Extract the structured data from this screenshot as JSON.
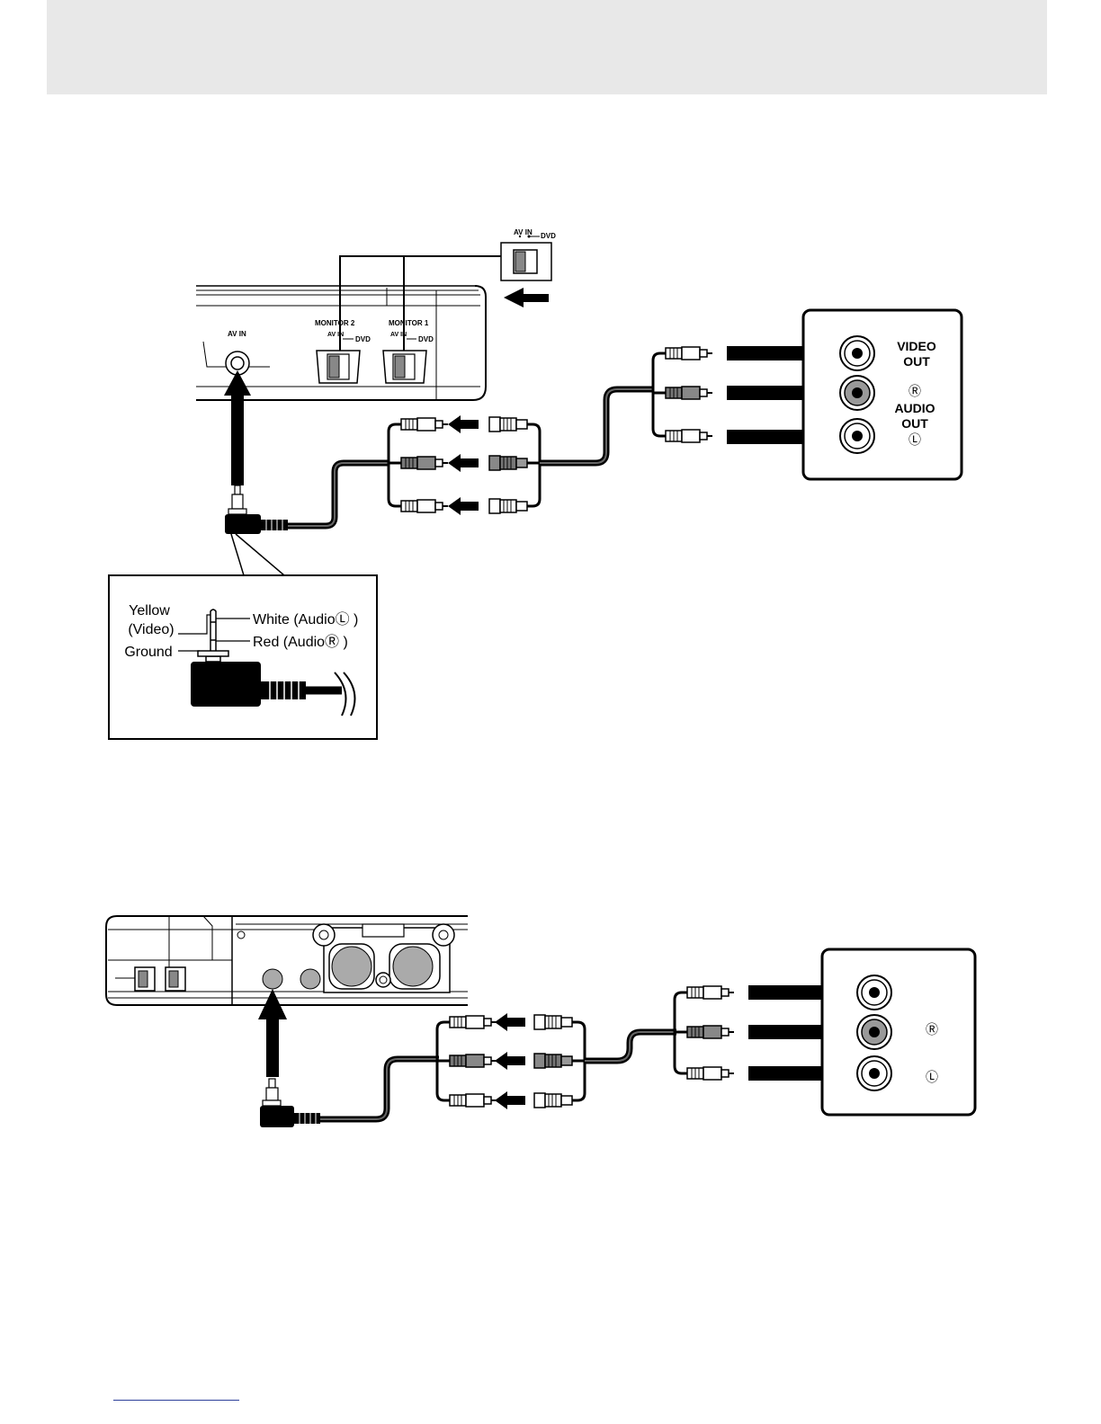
{
  "diagram1": {
    "switch_inset": {
      "av_in": "AV IN",
      "dvd": "DVD"
    },
    "player_panel": {
      "av_in": "AV IN",
      "monitor2": "MONITOR 2",
      "monitor1": "MONITOR 1",
      "av_in_small": "AV IN",
      "dvd_small": "DVD"
    },
    "source_panel": {
      "video_out": [
        "VIDEO",
        "OUT"
      ],
      "r_symbol": "Ⓡ",
      "audio_out": [
        "AUDIO",
        "OUT"
      ],
      "l_symbol": "Ⓛ"
    },
    "plug_detail": {
      "yellow": "Yellow",
      "video": "(Video)",
      "ground": "Ground",
      "white": "White (AudioⓁ )",
      "red": "Red (AudioⓇ )"
    }
  },
  "diagram2": {
    "source_panel": {
      "r_symbol": "Ⓡ",
      "l_symbol": "Ⓛ"
    }
  },
  "colors": {
    "header_band": "#e8e8e8",
    "footer_rule": "#2c3e9a"
  }
}
